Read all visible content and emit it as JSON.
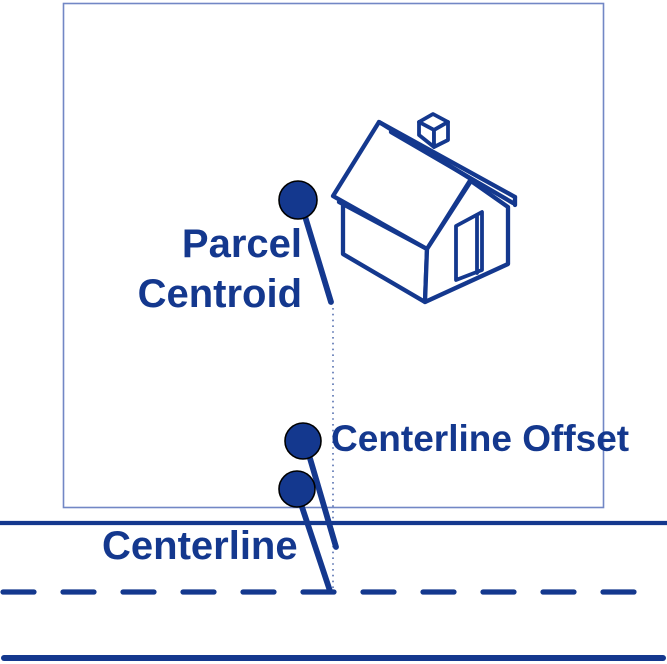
{
  "labels": {
    "parcel_centroid": {
      "line1": "Parcel",
      "line2": "Centroid"
    },
    "centerline_offset": "Centerline Offset",
    "centerline": "Centerline"
  },
  "colors": {
    "primary_navy": "#14388E",
    "parcel_border": "#7287C5",
    "dotted_guide": "#2E4F9D",
    "marker_fill": "#14388E",
    "marker_outline": "#000000",
    "background": "#FFFFFF"
  },
  "icons": {
    "house": "house-icon",
    "parcel_centroid_marker": "circle-marker",
    "centerline_offset_marker": "circle-marker",
    "centerline_point_marker": "circle-marker"
  }
}
